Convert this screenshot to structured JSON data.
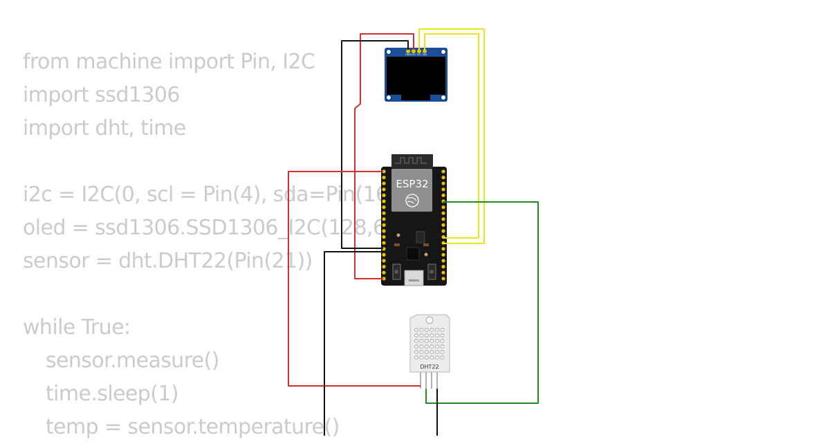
{
  "code": {
    "lines": [
      "from machine import Pin, I2C",
      "import ssd1306",
      "import dht, time",
      "",
      "i2c = I2C(0, scl = Pin(4), sda=Pin(16))",
      "oled = ssd1306.SSD1306_I2C(128,64,i2c)",
      "sensor = dht.DHT22(Pin(21))",
      "",
      "while True:",
      "sensor.measure()",
      "time.sleep(1)",
      "temp = sensor.temperature()"
    ],
    "indented": [
      false,
      false,
      false,
      false,
      false,
      false,
      false,
      false,
      false,
      true,
      true,
      true
    ]
  },
  "components": {
    "oled": {
      "pins": [
        "GND",
        "VCC",
        "SCL",
        "SDA"
      ]
    },
    "esp32": {
      "label": "ESP32"
    },
    "dht22": {
      "label": "DHT22"
    }
  },
  "colors": {
    "code_text": "#cbcbcb",
    "wire_red": "#d32f2f",
    "wire_black": "#111111",
    "wire_yellow": "#f2e21c",
    "wire_green": "#1f8b1f",
    "oled_board": "#1b4f9c",
    "esp32_board": "#161616",
    "esp32_module": "#8f8f8f",
    "header_pin": "#e8c400",
    "dht_body": "#ececec"
  }
}
